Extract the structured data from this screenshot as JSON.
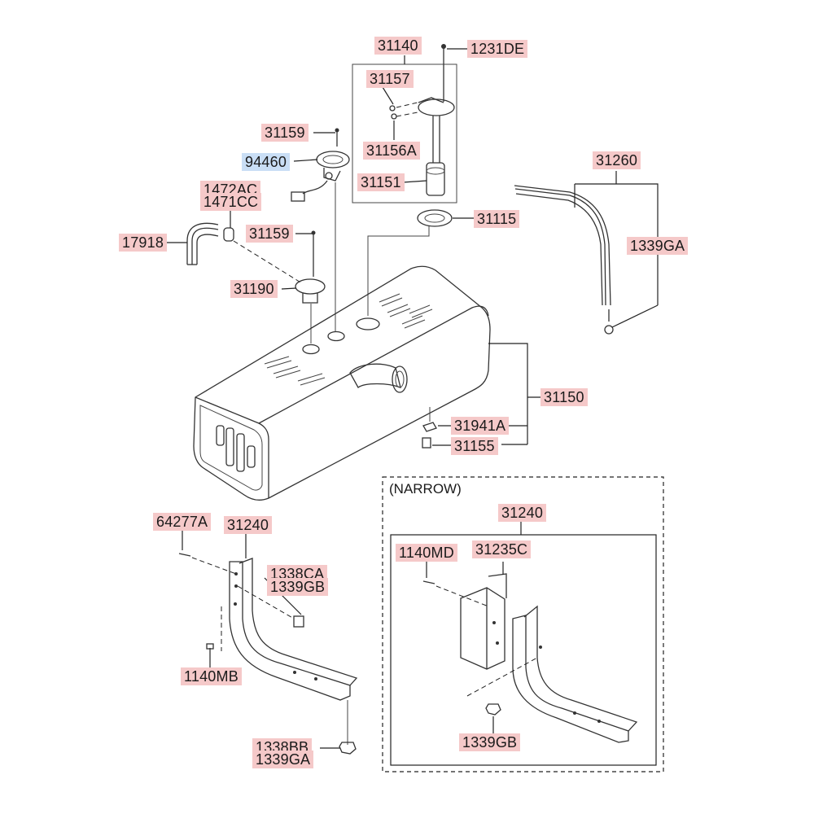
{
  "colors": {
    "label_bg": "#f5c9c9",
    "highlight_bg": "#c9def5",
    "line": "#222222"
  },
  "groups": {
    "narrow_title": "(NARROW)"
  },
  "labels": [
    {
      "id": "l31140",
      "text": "31140",
      "variant": "normal"
    },
    {
      "id": "l1231de",
      "text": "1231DE",
      "variant": "normal"
    },
    {
      "id": "l31157",
      "text": "31157",
      "variant": "normal"
    },
    {
      "id": "l31156a",
      "text": "31156A",
      "variant": "normal"
    },
    {
      "id": "l31151",
      "text": "31151",
      "variant": "normal"
    },
    {
      "id": "l31159a",
      "text": "31159",
      "variant": "normal"
    },
    {
      "id": "l94460",
      "text": "94460",
      "variant": "highlight"
    },
    {
      "id": "l1472ac",
      "text": "1472AC",
      "variant": "normal"
    },
    {
      "id": "l1471cc",
      "text": "1471CC",
      "variant": "normal"
    },
    {
      "id": "l17918",
      "text": "17918",
      "variant": "normal"
    },
    {
      "id": "l31159b",
      "text": "31159",
      "variant": "normal"
    },
    {
      "id": "l31190",
      "text": "31190",
      "variant": "normal"
    },
    {
      "id": "l31115",
      "text": "31115",
      "variant": "normal"
    },
    {
      "id": "l31260",
      "text": "31260",
      "variant": "normal"
    },
    {
      "id": "l1339ga_a",
      "text": "1339GA",
      "variant": "normal"
    },
    {
      "id": "l31150",
      "text": "31150",
      "variant": "normal"
    },
    {
      "id": "l31941a",
      "text": "31941A",
      "variant": "normal"
    },
    {
      "id": "l31155",
      "text": "31155",
      "variant": "normal"
    },
    {
      "id": "l64277a",
      "text": "64277A",
      "variant": "normal"
    },
    {
      "id": "l31240a",
      "text": "31240",
      "variant": "normal"
    },
    {
      "id": "l1338ca",
      "text": "1338CA",
      "variant": "normal"
    },
    {
      "id": "l1339gb_a",
      "text": "1339GB",
      "variant": "normal"
    },
    {
      "id": "l1140mb",
      "text": "1140MB",
      "variant": "normal"
    },
    {
      "id": "l1338bb",
      "text": "1338BB",
      "variant": "normal"
    },
    {
      "id": "l1339ga_b",
      "text": "1339GA",
      "variant": "normal"
    },
    {
      "id": "l31240b",
      "text": "31240",
      "variant": "normal"
    },
    {
      "id": "l1140md",
      "text": "1140MD",
      "variant": "normal"
    },
    {
      "id": "l31235c",
      "text": "31235C",
      "variant": "normal"
    },
    {
      "id": "l1339gb_b",
      "text": "1339GB",
      "variant": "normal"
    }
  ]
}
